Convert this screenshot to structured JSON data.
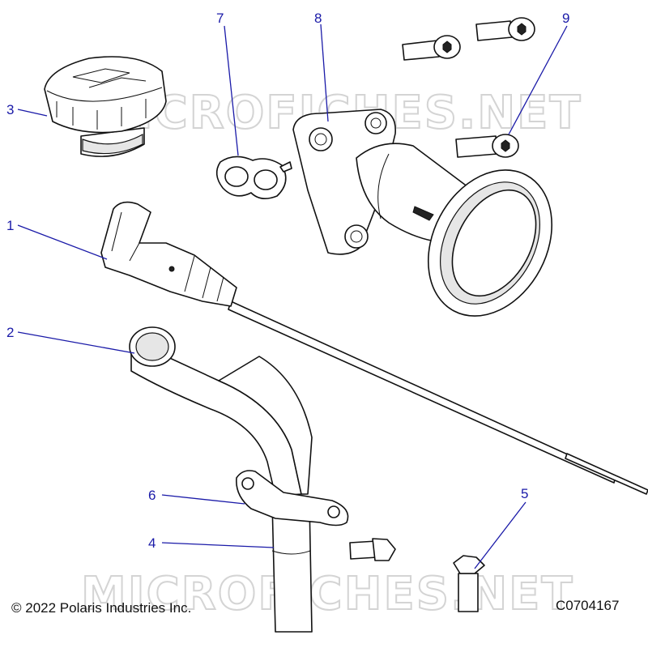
{
  "callouts": [
    {
      "id": "1",
      "label": "1"
    },
    {
      "id": "2",
      "label": "2"
    },
    {
      "id": "3",
      "label": "3"
    },
    {
      "id": "4",
      "label": "4"
    },
    {
      "id": "5",
      "label": "5"
    },
    {
      "id": "6",
      "label": "6"
    },
    {
      "id": "7",
      "label": "7"
    },
    {
      "id": "8",
      "label": "8"
    },
    {
      "id": "9",
      "label": "9"
    }
  ],
  "watermark": "MICROFICHES.NET",
  "footer": {
    "copyright": "© 2022 Polaris Industries Inc.",
    "figure_id": "C0704167"
  },
  "colors": {
    "callout": "#1a1aa8",
    "line": "#111111",
    "watermark": "#d4d4d4"
  }
}
